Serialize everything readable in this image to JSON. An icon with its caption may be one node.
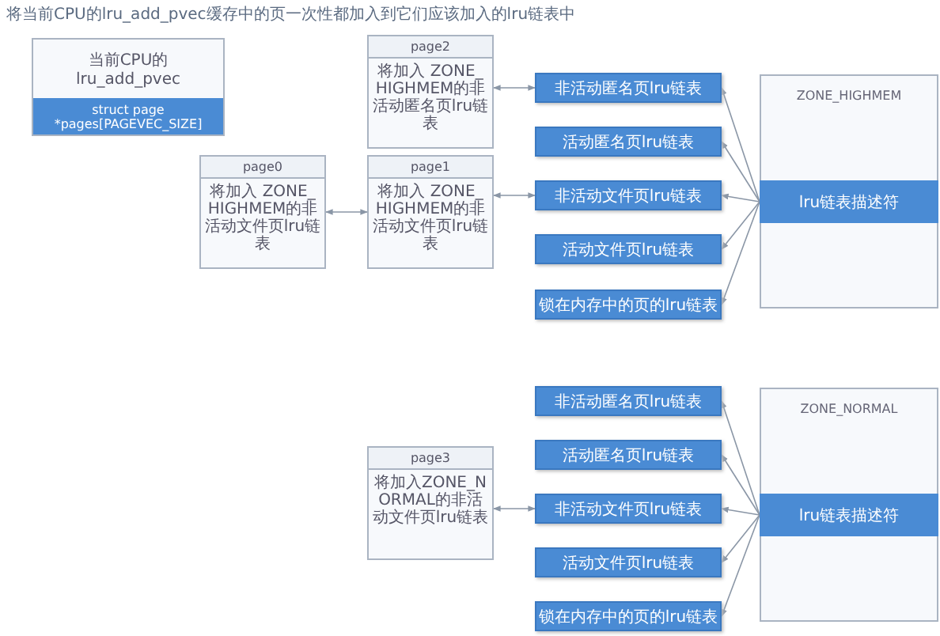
{
  "diagram": {
    "title": "将当前CPU的lru_add_pvec缓存中的页一次性都加入到它们应该加入的lru链表中",
    "nodes": [
      {
        "text": [
          "当前CPU的lru_add_pvec",
          "struct page *pages[PAGEVEC_SIZE]"
        ]
      },
      {
        "text": [
          "page2",
          "将加入 ZONE_HIGHMEM的非活动匿名页lru链表"
        ]
      },
      {
        "text": [
          "page0",
          "将加入 ZONE_HIGHMEM的非活动文件页lru链表"
        ]
      },
      {
        "text": [
          "page1",
          "将加入 ZONE_HIGHMEM的非活动文件页lru链表"
        ]
      },
      {
        "text": [
          "非活动匿名页lru链表"
        ]
      },
      {
        "text": [
          "活动匿名页lru链表"
        ]
      },
      {
        "text": [
          "非活动文件页lru链表"
        ]
      },
      {
        "text": [
          "活动文件页lru链表"
        ]
      },
      {
        "text": [
          "锁在内存中的页的lru链表"
        ]
      },
      {
        "text": [
          "ZONE_HIGHMEM"
        ]
      },
      {
        "text": [
          "lru链表描述符"
        ],
        "in": 9
      },
      {
        "text": [
          "page3",
          "将加入ZONE_NORMAL的非活动文件页lru链表"
        ]
      },
      {
        "text": [
          "非活动匿名页lru链表"
        ]
      },
      {
        "text": [
          "活动匿名页lru链表"
        ]
      },
      {
        "text": [
          "非活动文件页lru链表"
        ]
      },
      {
        "text": [
          "活动文件页lru链表"
        ]
      },
      {
        "text": [
          "锁在内存中的页的lru链表"
        ]
      },
      {
        "text": [
          "ZONE_NORMAL"
        ]
      },
      {
        "text": [
          "lru链表描述符"
        ],
        "in": 17
      }
    ],
    "edges": [
      {
        "from": 1,
        "to": 4,
        "arrow": "both"
      },
      {
        "from": 2,
        "to": 3,
        "arrow": "both"
      },
      {
        "from": 3,
        "to": 6,
        "arrow": "both"
      },
      {
        "from": 10,
        "to": 4,
        "arrow": "to"
      },
      {
        "from": 10,
        "to": 5,
        "arrow": "to"
      },
      {
        "from": 10,
        "to": 6,
        "arrow": "to"
      },
      {
        "from": 10,
        "to": 7,
        "arrow": "to"
      },
      {
        "from": 10,
        "to": 8,
        "arrow": "to"
      },
      {
        "from": 11,
        "to": 14,
        "arrow": "both"
      },
      {
        "from": 18,
        "to": 12,
        "arrow": "to"
      },
      {
        "from": 18,
        "to": 13,
        "arrow": "to"
      },
      {
        "from": 18,
        "to": 14,
        "arrow": "to"
      },
      {
        "from": 18,
        "to": 15,
        "arrow": "to"
      },
      {
        "from": 18,
        "to": 16,
        "arrow": "to"
      }
    ]
  }
}
